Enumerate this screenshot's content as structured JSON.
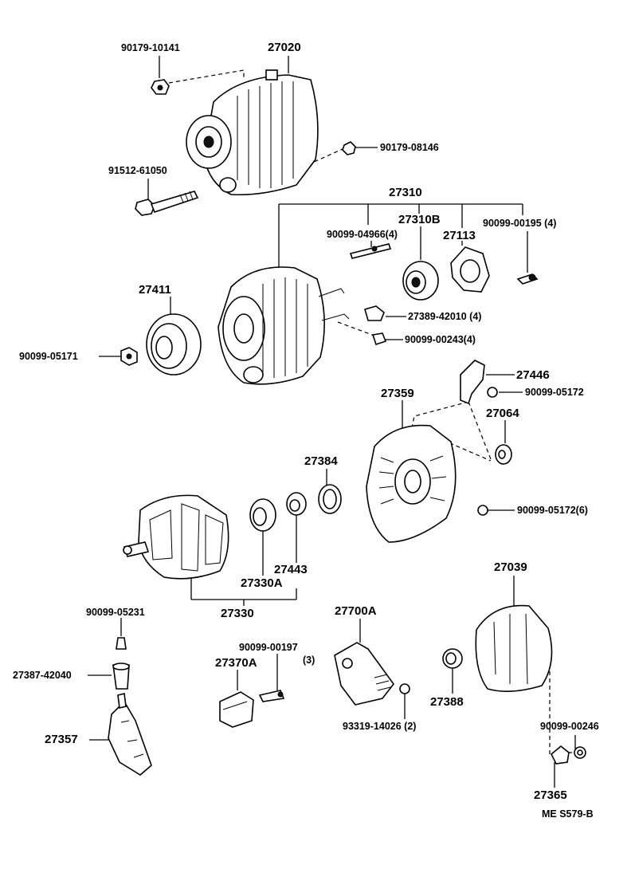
{
  "labels": {
    "p90179_10141": "90179-10141",
    "p27020": "27020",
    "p90179_08146": "90179-08146",
    "p91512_61050": "91512-61050",
    "p27310": "27310",
    "p27310b": "27310B",
    "p90099_04966": "90099-04966(4)",
    "p27113": "27113",
    "p90099_00195": "90099-00195 (4)",
    "p27411": "27411",
    "p90099_05171": "90099-05171",
    "p27389_42010": "27389-42010 (4)",
    "p90099_00243": "90099-00243(4)",
    "p27446": "27446",
    "p90099_05172a": "90099-05172",
    "p27359": "27359",
    "p27064": "27064",
    "p27384": "27384",
    "p90099_05172b": "90099-05172(6)",
    "p27443": "27443",
    "p27330a": "27330A",
    "p27330": "27330",
    "p27039": "27039",
    "p90099_05231": "90099-05231",
    "p27700a": "27700A",
    "p90099_00197": "90099-00197",
    "p90099_00197_qty": "(3)",
    "p27370a": "27370A",
    "p27387_42040": "27387-42040",
    "p27388": "27388",
    "p93319_14026": "93319-14026 (2)",
    "p90099_00246": "90099-00246",
    "p27357": "27357",
    "p27365": "27365",
    "diagram_code": "ME S579-B"
  }
}
